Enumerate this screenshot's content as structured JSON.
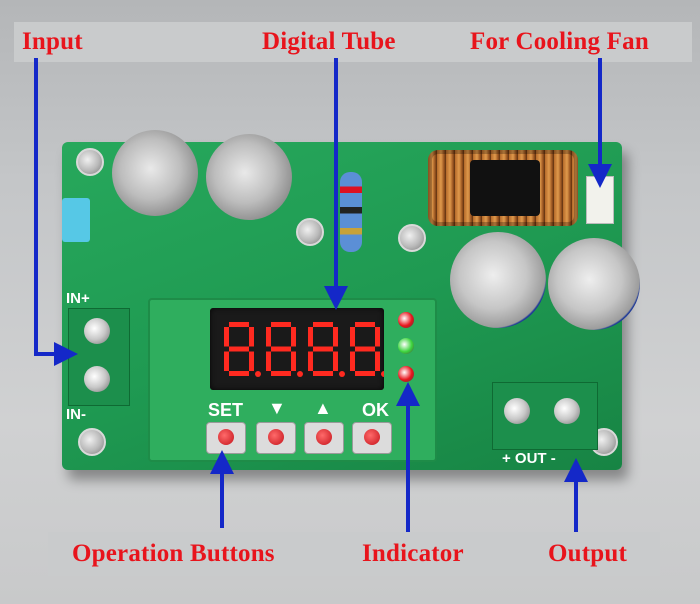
{
  "labels": {
    "input": "Input",
    "digital_tube": "Digital Tube",
    "cooling_fan": "For Cooling Fan",
    "operation_buttons": "Operation Buttons",
    "indicator": "Indicator",
    "output": "Output"
  },
  "buttons": {
    "set": "SET",
    "down": "▼",
    "up": "▲",
    "ok": "OK"
  },
  "silkscreen": {
    "in_plus": "IN+",
    "in_minus": "IN-",
    "output": "+ OUT -"
  },
  "display": {
    "digits": "8.8.8.8."
  },
  "indicator_leds": [
    {
      "color": "#e8141c"
    },
    {
      "color": "#3cd43c"
    },
    {
      "color": "#e8141c"
    }
  ],
  "colors": {
    "label_red": "#e8141c",
    "arrow_blue": "#1428c8",
    "pcb_green": "#1f9a52",
    "segment_red": "#ff2a20"
  }
}
